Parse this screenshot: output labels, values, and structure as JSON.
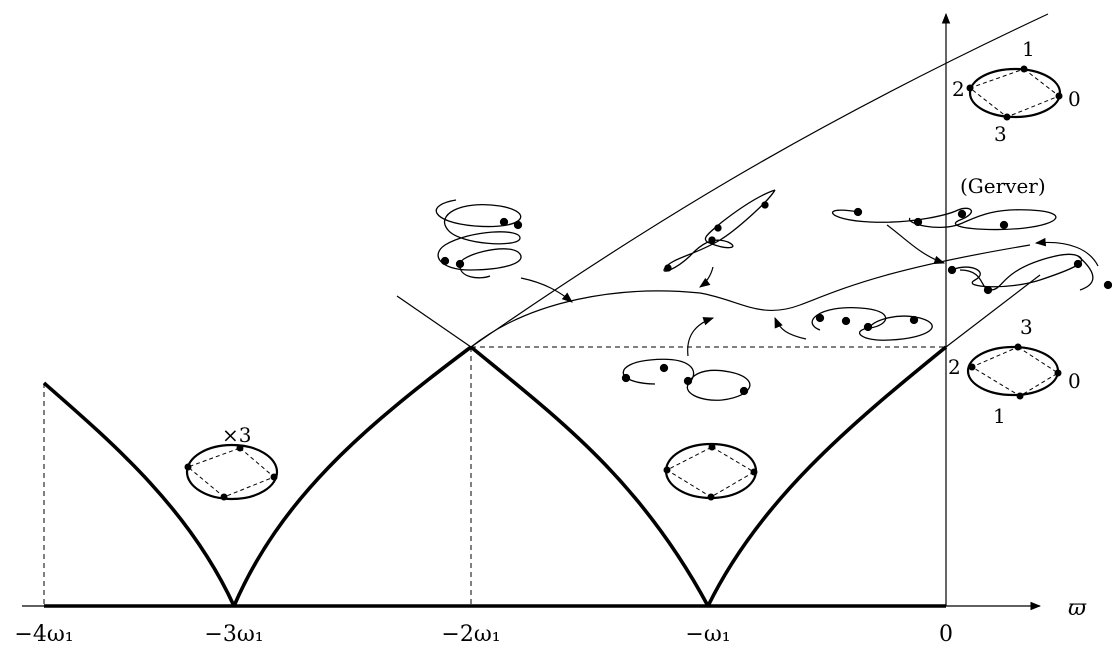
{
  "axis": {
    "x_symbol": "ϖ",
    "x_ticks": [
      "−4ω₁",
      "−3ω₁",
      "−2ω₁",
      "−ω₁",
      "0"
    ]
  },
  "annotations": {
    "multiplicity": "×3",
    "gerver": "(Gerver)"
  },
  "orbit_top_labels": [
    "0",
    "1",
    "2",
    "3"
  ],
  "orbit_mid_labels": [
    "0",
    "1",
    "2",
    "3"
  ]
}
